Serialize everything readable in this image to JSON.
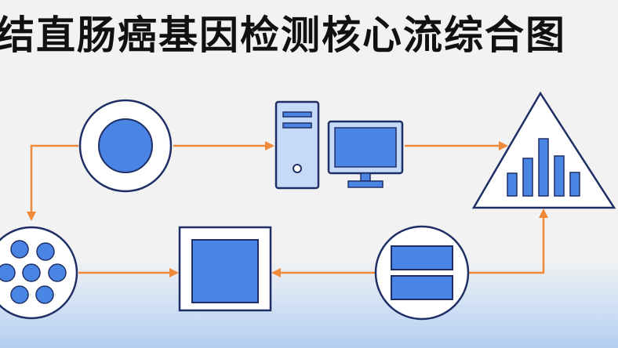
{
  "title": "结直肠癌基因检测核心流综合图",
  "colors": {
    "background": "#f2f2f2",
    "node_outline": "#1f2f66",
    "node_fill": "#4a84e4",
    "node_fill_light": "#c6d9f6",
    "arrow": "#f0893a"
  },
  "nodes": [
    {
      "id": "sample-circle",
      "icon": "sample-circle-icon"
    },
    {
      "id": "server",
      "icon": "server-tower-icon"
    },
    {
      "id": "monitor",
      "icon": "monitor-icon"
    },
    {
      "id": "bar-triangle",
      "icon": "bar-chart-triangle-icon"
    },
    {
      "id": "cell-cluster",
      "icon": "cell-cluster-icon"
    },
    {
      "id": "square-box",
      "icon": "square-box-icon"
    },
    {
      "id": "split-circle",
      "icon": "split-circle-icon"
    }
  ]
}
